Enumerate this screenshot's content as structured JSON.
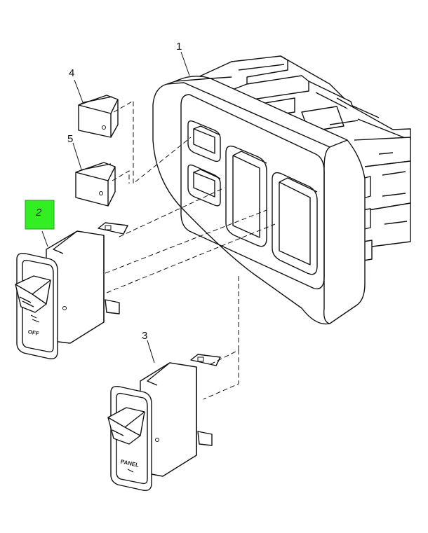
{
  "callouts": [
    {
      "id": "1",
      "label": "1"
    },
    {
      "id": "2",
      "label": "2",
      "highlighted": true
    },
    {
      "id": "3",
      "label": "3"
    },
    {
      "id": "4",
      "label": "4"
    },
    {
      "id": "5",
      "label": "5"
    }
  ],
  "switch_legends": {
    "upper_switch": "OFF",
    "lower_switch": "PANEL"
  },
  "colors": {
    "highlight": "#33ee22",
    "line": "#111111",
    "background": "#ffffff"
  }
}
